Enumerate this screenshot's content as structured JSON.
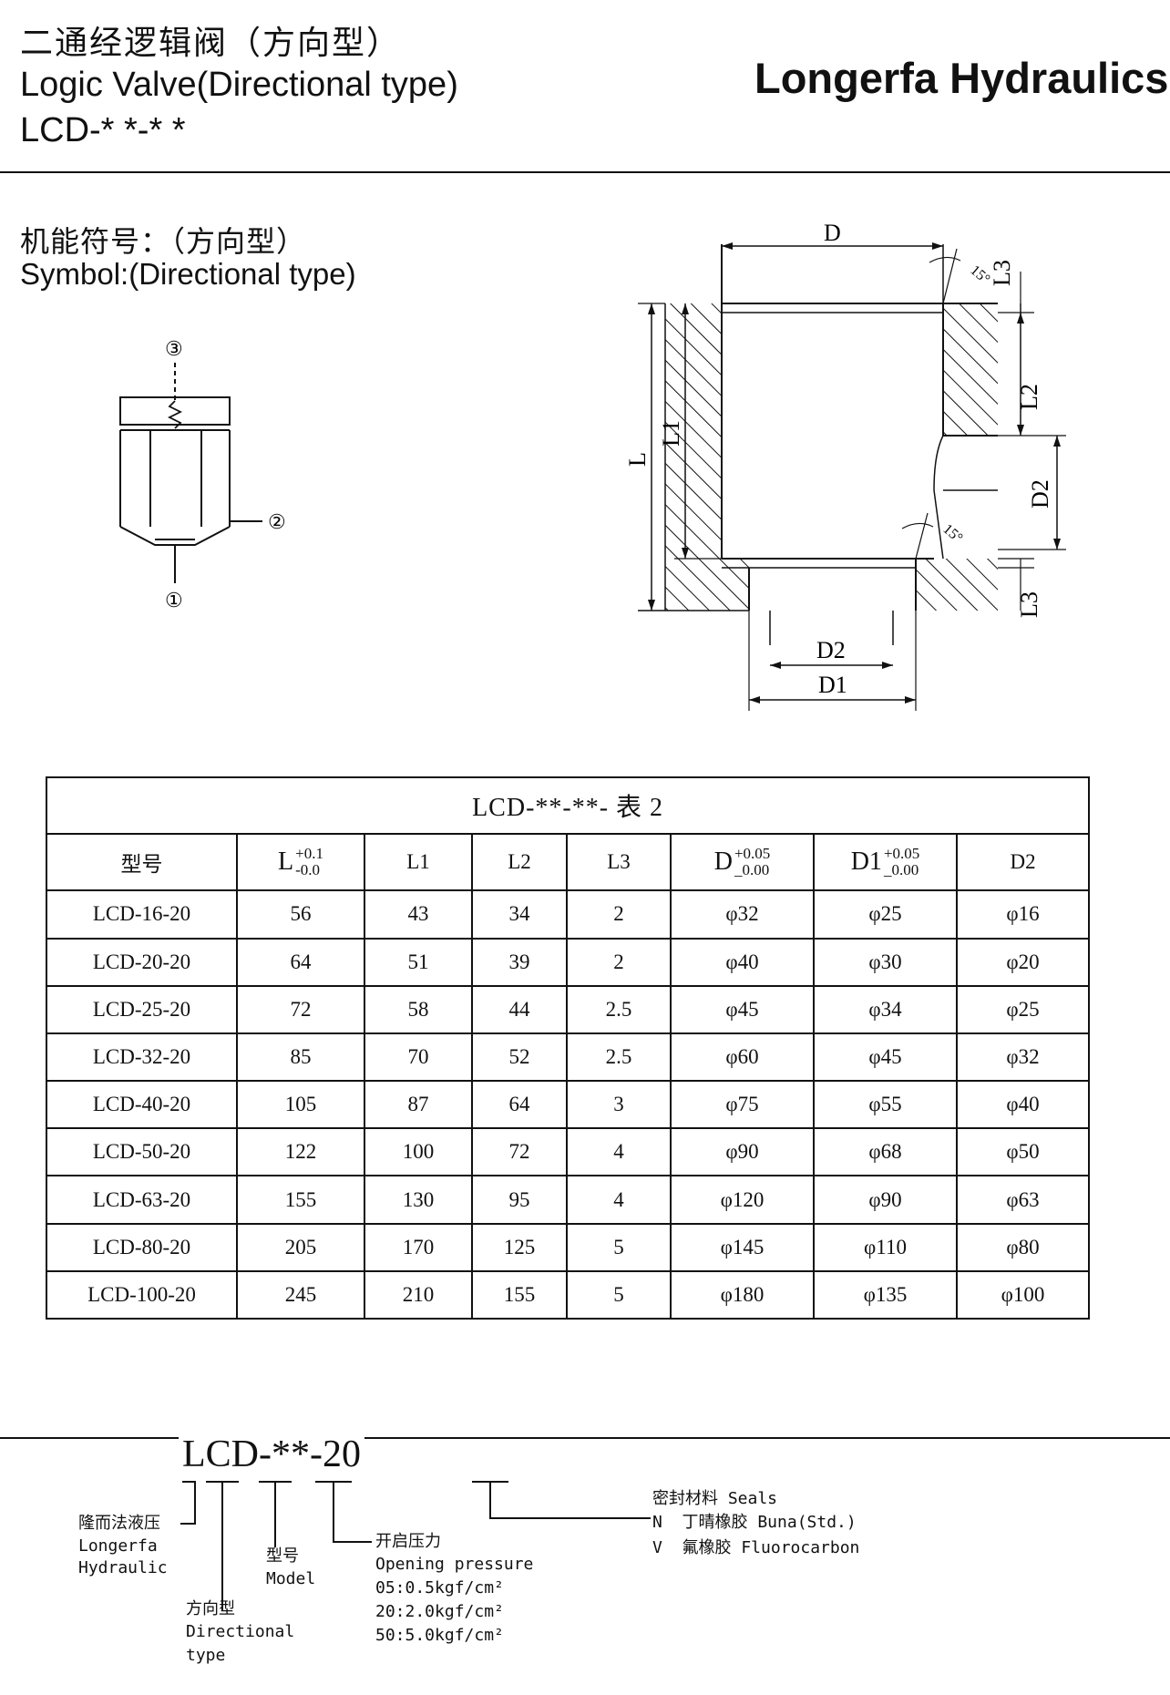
{
  "header": {
    "title_cn": "二通经逻辑阀（方向型）",
    "title_en": "Logic Valve(Directional type)",
    "model_pattern": "LCD-* *-* *",
    "brand": "Longerfa Hydraulics"
  },
  "symbol": {
    "title_cn": "机能符号：（方向型）",
    "title_en": "Symbol:(Directional type)",
    "port_1": "①",
    "port_2": "②",
    "port_3": "③"
  },
  "drawing": {
    "label_D": "D",
    "label_L": "L",
    "label_L1": "L1",
    "label_L2": "L2",
    "label_L3": "L3",
    "label_D1": "D1",
    "label_D2": "D2",
    "angle": "15°"
  },
  "table": {
    "caption": "LCD-**-**-    表 2",
    "headers": {
      "model": "型号",
      "L": "L",
      "L_tol_up": "+0.1",
      "L_tol_down": "-0.0",
      "L1": "L1",
      "L2": "L2",
      "L3": "L3",
      "D": "D",
      "D_tol_up": "+0.05",
      "D_tol_down": "_0.00",
      "D1": "D1",
      "D1_tol_up": "+0.05",
      "D1_tol_down": "_0.00",
      "D2": "D2"
    },
    "rows": [
      {
        "model": "LCD-16-20",
        "L": "56",
        "L1": "43",
        "L2": "34",
        "L3": "2",
        "D": "φ32",
        "D1": "φ25",
        "D2": "φ16"
      },
      {
        "model": "LCD-20-20",
        "L": "64",
        "L1": "51",
        "L2": "39",
        "L3": "2",
        "D": "φ40",
        "D1": "φ30",
        "D2": "φ20"
      },
      {
        "model": "LCD-25-20",
        "L": "72",
        "L1": "58",
        "L2": "44",
        "L3": "2.5",
        "D": "φ45",
        "D1": "φ34",
        "D2": "φ25"
      },
      {
        "model": "LCD-32-20",
        "L": "85",
        "L1": "70",
        "L2": "52",
        "L3": "2.5",
        "D": "φ60",
        "D1": "φ45",
        "D2": "φ32"
      },
      {
        "model": "LCD-40-20",
        "L": "105",
        "L1": "87",
        "L2": "64",
        "L3": "3",
        "D": "φ75",
        "D1": "φ55",
        "D2": "φ40"
      },
      {
        "model": "LCD-50-20",
        "L": "122",
        "L1": "100",
        "L2": "72",
        "L3": "4",
        "D": "φ90",
        "D1": "φ68",
        "D2": "φ50"
      },
      {
        "model": "LCD-63-20",
        "L": "155",
        "L1": "130",
        "L2": "95",
        "L3": "4",
        "D": "φ120",
        "D1": "φ90",
        "D2": "φ63"
      },
      {
        "model": "LCD-80-20",
        "L": "205",
        "L1": "170",
        "L2": "125",
        "L3": "5",
        "D": "φ145",
        "D1": "φ110",
        "D2": "φ80"
      },
      {
        "model": "LCD-100-20",
        "L": "245",
        "L1": "210",
        "L2": "155",
        "L3": "5",
        "D": "φ180",
        "D1": "φ135",
        "D2": "φ100"
      }
    ]
  },
  "ordering": {
    "code": "LCD-**-20",
    "brand_cn": "隆而法液压",
    "brand_en_1": "Longerfa",
    "brand_en_2": "Hydraulic",
    "type_cn": "方向型",
    "type_en_1": "Directional",
    "type_en_2": "type",
    "model_cn": "型号",
    "model_en": "Model",
    "pressure_cn": "开启压力",
    "pressure_en": "Opening pressure",
    "pressure_1": "05:0.5kgf/cm²",
    "pressure_2": "20:2.0kgf/cm²",
    "pressure_3": "50:5.0kgf/cm²",
    "seals_title": "密封材料 Seals",
    "seal_n": "N  丁晴橡胶 Buna(Std.)",
    "seal_v": "V  氟橡胶 Fluorocarbon"
  }
}
